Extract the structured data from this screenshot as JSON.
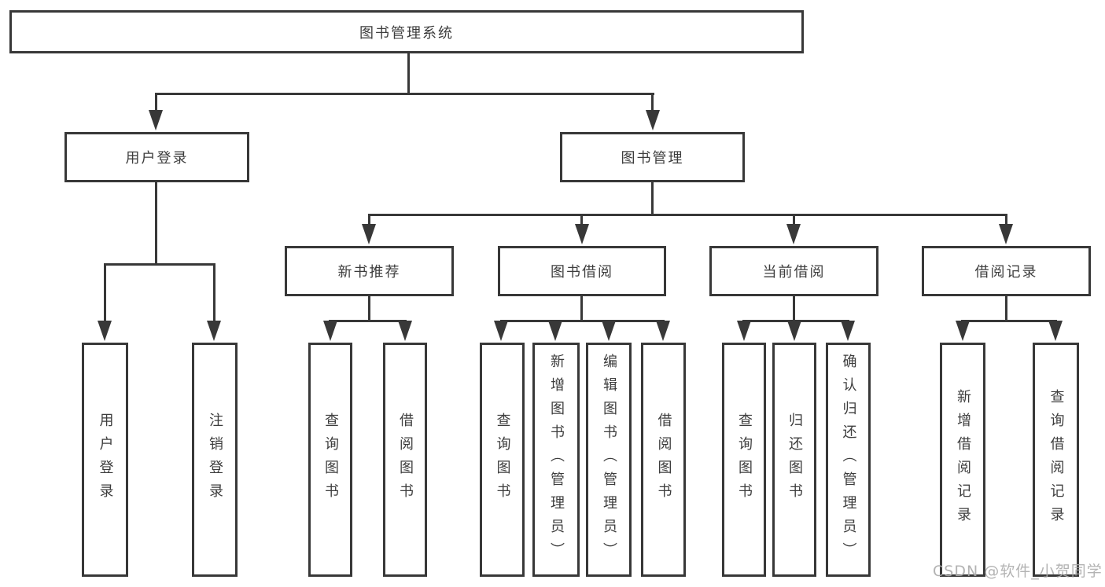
{
  "watermark": "CSDN @软件_小贺同学",
  "colors": {
    "line": "#383838",
    "text": "#3d3d3d",
    "watermark_text": "#ababab",
    "background": "#ffffff"
  },
  "nodes": {
    "root": "图书管理系统",
    "user_login": "用户登录",
    "book_mgmt": "图书管理",
    "new_book_rec": "新书推荐",
    "book_borrow": "图书借阅",
    "current_borrow": "当前借阅",
    "borrow_records": "借阅记录",
    "ul_user_login": "用户登录",
    "ul_logout": "注销登录",
    "nr_query_book": "查询图书",
    "nr_borrow_book": "借阅图书",
    "bb_query_book": "查询图书",
    "bb_add_book": "新增图书（管理员）",
    "bb_edit_book": "编辑图书（管理员）",
    "bb_borrow_book": "借阅图书",
    "cb_query_book": "查询图书",
    "cb_return_book": "归还图书",
    "cb_confirm_return": "确认归还（管理员）",
    "br_add_record": "新增借阅记录",
    "br_query_record": "查询借阅记录"
  }
}
